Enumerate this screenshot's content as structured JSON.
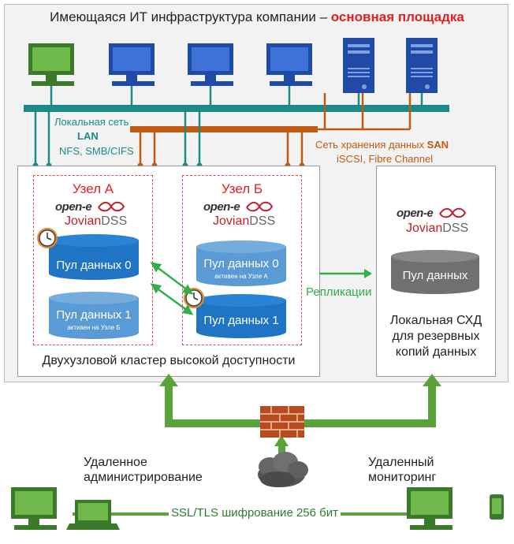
{
  "title": {
    "main": "Имеющаяся ИТ инфраструктура компании – ",
    "highlight": "основная площадка"
  },
  "lan": {
    "line1": "Локальная сеть",
    "line2": "LAN",
    "line3": "NFS, SMB/CIFS"
  },
  "san": {
    "line1_prefix": "Сеть хранения данных ",
    "line1_bold": "SAN",
    "line2": "iSCSI, Fibre Channel"
  },
  "cluster": {
    "caption": "Двухузловой кластер высокой доступности",
    "node_a": {
      "title": "Узел А",
      "brand_open": "open-e",
      "brand_jovian": "Jovian",
      "brand_dss": "DSS",
      "pool0": "Пул данных 0",
      "pool1": "Пул данных 1",
      "pool1_sub": "активен на Узле Б"
    },
    "node_b": {
      "title": "Узел Б",
      "brand_open": "open-e",
      "brand_jovian": "Jovian",
      "brand_dss": "DSS",
      "pool0": "Пул данных 0",
      "pool0_sub": "активен на Узле А",
      "pool1": "Пул данных 1"
    }
  },
  "replication": "Репликации",
  "backup": {
    "brand_open": "open-e",
    "brand_jovian": "Jovian",
    "brand_dss": "DSS",
    "pool": "Пул данных",
    "caption1": "Локальная СХД",
    "caption2": "для резервных",
    "caption3": "копий данных"
  },
  "remote_admin": {
    "line1": "Удаленное",
    "line2": "администрирование"
  },
  "remote_monitoring": {
    "line1": "Удаленный",
    "line2": "мониторинг"
  },
  "encryption": "SSL/TLS шифрование 256 бит",
  "colors": {
    "accent_red": "#e02020",
    "lan_teal": "#1b8a8a",
    "san_orange": "#c05a10",
    "pool_blue": "#1f74c4",
    "pool_light": "#5b9bd5",
    "green": "#59a33a",
    "server_blue": "#1f4aa8"
  }
}
